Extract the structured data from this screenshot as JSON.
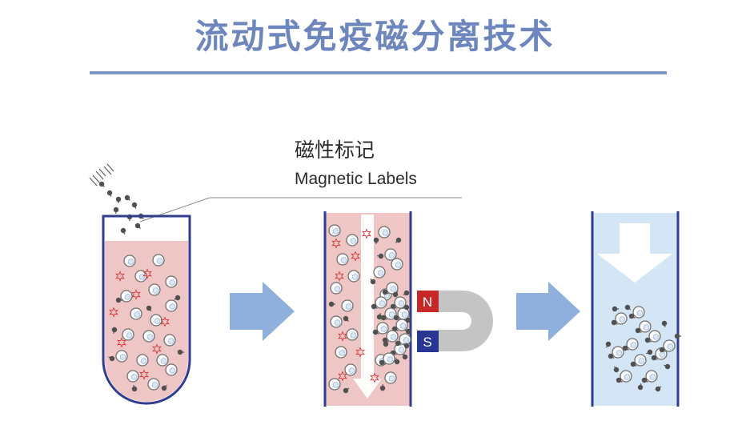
{
  "title": "流动式免疫磁分离技术",
  "label": {
    "cn": "磁性标记",
    "en": "Magnetic Labels"
  },
  "magnet": {
    "north": "N",
    "south": "S"
  },
  "colors": {
    "title": "#6d86bd",
    "rule": "#7f97c8",
    "tube_outline": "#2e3d8f",
    "sample_fill": "#eec6c6",
    "flow_fill": "#d4e6f6",
    "process_arrow": "#8fb0dc",
    "north_pole": "#c62828",
    "south_pole": "#283593",
    "magnet_body": "#c4c4c4"
  }
}
